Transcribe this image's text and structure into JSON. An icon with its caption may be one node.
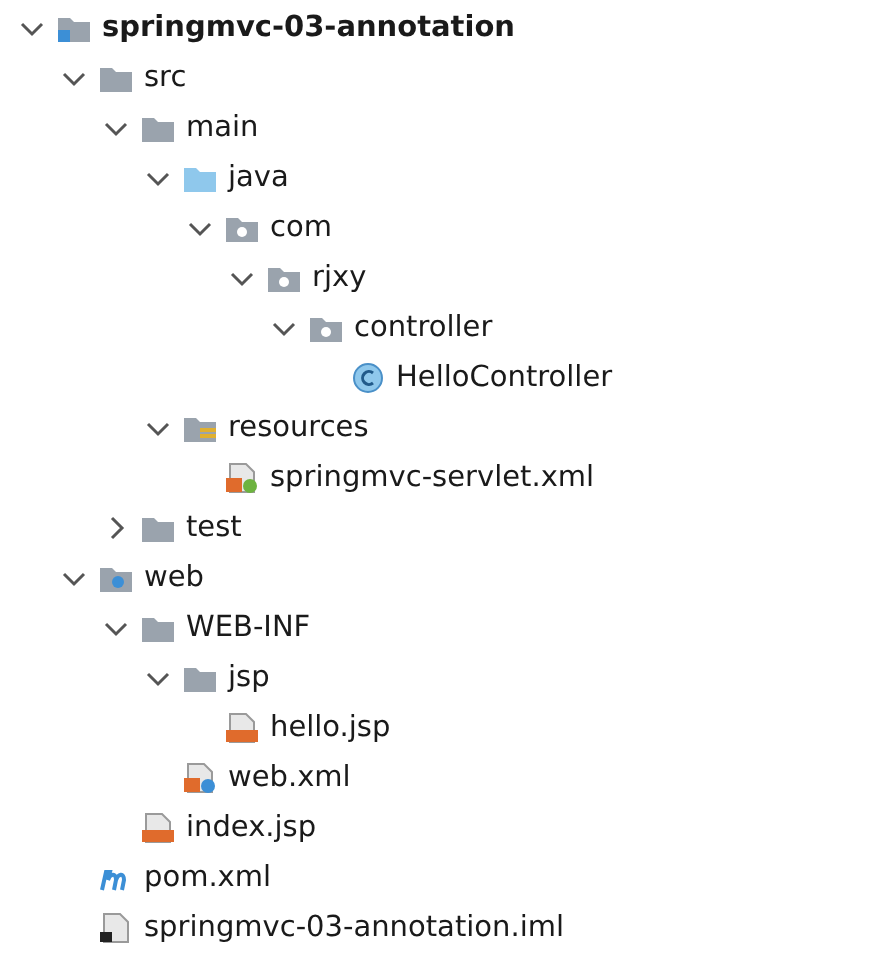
{
  "diagram": {
    "nodes": [
      {
        "text": [
          "springmvc-03-annotation"
        ]
      },
      {
        "text": [
          "src"
        ]
      },
      {
        "text": [
          "main"
        ]
      },
      {
        "text": [
          "java"
        ]
      },
      {
        "text": [
          "com"
        ]
      },
      {
        "text": [
          "rjxy"
        ]
      },
      {
        "text": [
          "controller"
        ]
      },
      {
        "text": [
          "HelloController"
        ]
      },
      {
        "text": [
          "resources"
        ]
      },
      {
        "text": [
          "springmvc-servlet.xml"
        ]
      },
      {
        "text": [
          "test"
        ]
      },
      {
        "text": [
          "web"
        ]
      },
      {
        "text": [
          "WEB-INF"
        ]
      },
      {
        "text": [
          "jsp"
        ]
      },
      {
        "text": [
          "hello.jsp"
        ]
      },
      {
        "text": [
          "web.xml"
        ]
      },
      {
        "text": [
          "index.jsp"
        ]
      },
      {
        "text": [
          "pom.xml"
        ]
      },
      {
        "text": [
          "springmvc-03-annotation.iml"
        ]
      }
    ]
  }
}
